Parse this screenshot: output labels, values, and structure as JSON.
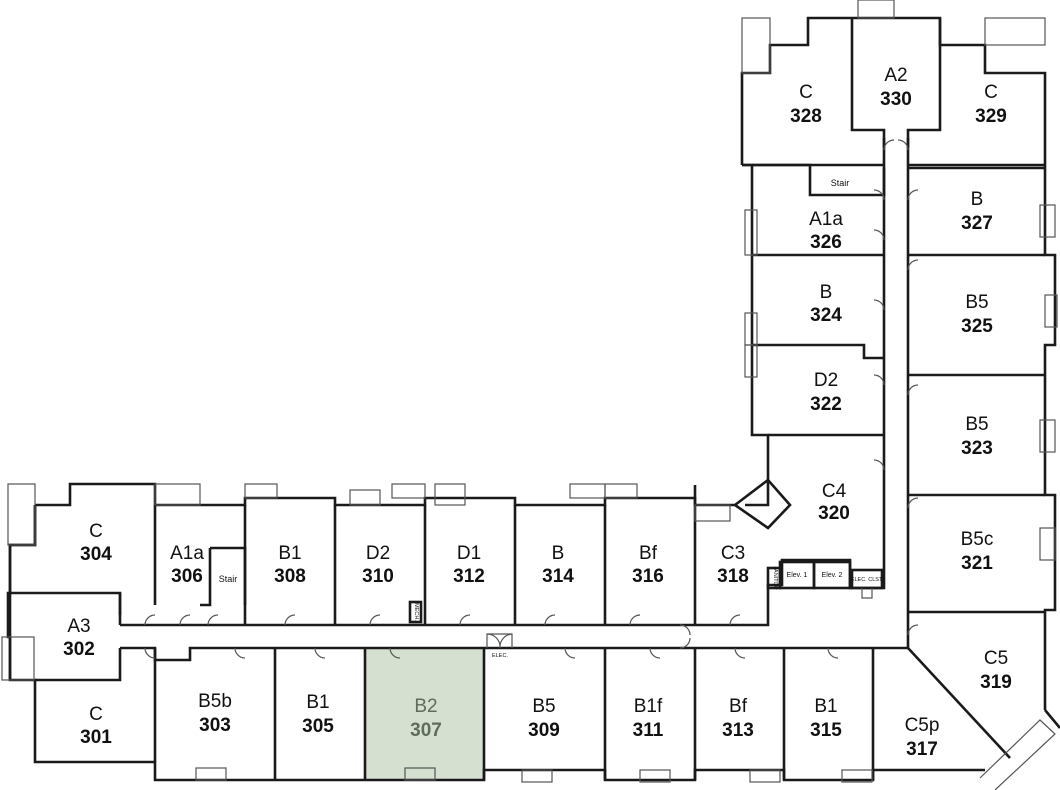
{
  "colors": {
    "highlight": "#d5e0d1",
    "wall": "#1a1a1a",
    "window": "#666666"
  },
  "units": [
    {
      "id": "unit-304",
      "type": "C",
      "number": "304",
      "highlighted": false
    },
    {
      "id": "unit-302",
      "type": "A3",
      "number": "302",
      "highlighted": false
    },
    {
      "id": "unit-301",
      "type": "C",
      "number": "301",
      "highlighted": false
    },
    {
      "id": "unit-306",
      "type": "A1a",
      "number": "306",
      "highlighted": false
    },
    {
      "id": "unit-308",
      "type": "B1",
      "number": "308",
      "highlighted": false
    },
    {
      "id": "unit-310",
      "type": "D2",
      "number": "310",
      "highlighted": false
    },
    {
      "id": "unit-312",
      "type": "D1",
      "number": "312",
      "highlighted": false
    },
    {
      "id": "unit-314",
      "type": "B",
      "number": "314",
      "highlighted": false
    },
    {
      "id": "unit-316",
      "type": "Bf",
      "number": "316",
      "highlighted": false
    },
    {
      "id": "unit-318",
      "type": "C3",
      "number": "318",
      "highlighted": false
    },
    {
      "id": "unit-303",
      "type": "B5b",
      "number": "303",
      "highlighted": false
    },
    {
      "id": "unit-305",
      "type": "B1",
      "number": "305",
      "highlighted": false
    },
    {
      "id": "unit-307",
      "type": "B2",
      "number": "307",
      "highlighted": true
    },
    {
      "id": "unit-309",
      "type": "B5",
      "number": "309",
      "highlighted": false
    },
    {
      "id": "unit-311",
      "type": "B1f",
      "number": "311",
      "highlighted": false
    },
    {
      "id": "unit-313",
      "type": "Bf",
      "number": "313",
      "highlighted": false
    },
    {
      "id": "unit-315",
      "type": "B1",
      "number": "315",
      "highlighted": false
    },
    {
      "id": "unit-317",
      "type": "C5p",
      "number": "317",
      "highlighted": false
    },
    {
      "id": "unit-319",
      "type": "C5",
      "number": "319",
      "highlighted": false
    },
    {
      "id": "unit-320",
      "type": "C4",
      "number": "320",
      "highlighted": false
    },
    {
      "id": "unit-321",
      "type": "B5c",
      "number": "321",
      "highlighted": false
    },
    {
      "id": "unit-322",
      "type": "D2",
      "number": "322",
      "highlighted": false
    },
    {
      "id": "unit-323",
      "type": "B5",
      "number": "323",
      "highlighted": false
    },
    {
      "id": "unit-324",
      "type": "B",
      "number": "324",
      "highlighted": false
    },
    {
      "id": "unit-325",
      "type": "B5",
      "number": "325",
      "highlighted": false
    },
    {
      "id": "unit-326",
      "type": "A1a",
      "number": "326",
      "highlighted": false
    },
    {
      "id": "unit-327",
      "type": "B",
      "number": "327",
      "highlighted": false
    },
    {
      "id": "unit-328",
      "type": "C",
      "number": "328",
      "highlighted": false
    },
    {
      "id": "unit-330",
      "type": "A2",
      "number": "330",
      "highlighted": false
    },
    {
      "id": "unit-329",
      "type": "C",
      "number": "329",
      "highlighted": false
    }
  ],
  "service_labels": {
    "stair_west": "Stair",
    "stair_north": "Stair",
    "elev1": "Elev. 1",
    "elev2": "Elev. 2",
    "elec_closet": "ELEC. CLST.",
    "elec": "ELEC.",
    "mech": "MECH.",
    "janitor": "JANITOR"
  }
}
